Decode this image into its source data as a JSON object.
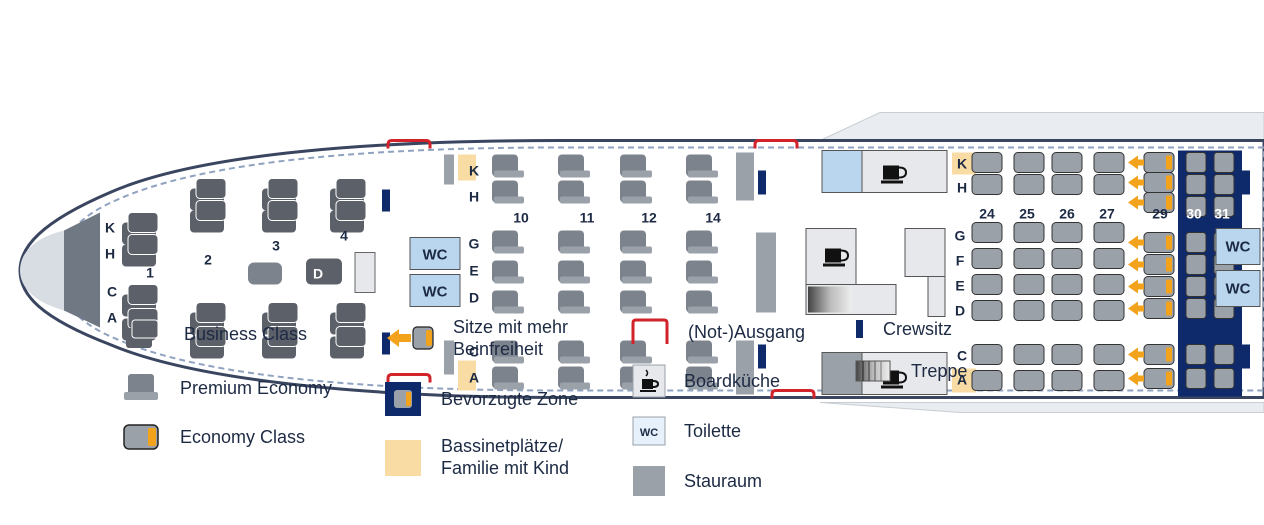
{
  "cabin": {
    "business_rows": [
      "1",
      "2",
      "3",
      "4"
    ],
    "business_letters_left": [
      "K",
      "H"
    ],
    "business_letters_right": [
      "C",
      "A"
    ],
    "business_center_letter": "D",
    "premium_rows": [
      "10",
      "11",
      "12",
      "14"
    ],
    "premium_letters_top": [
      "K",
      "H"
    ],
    "premium_letters_mid": [
      "G",
      "E",
      "D"
    ],
    "premium_letters_bottom": [
      "C",
      "A"
    ],
    "economy_rows": [
      "24",
      "25",
      "26",
      "27",
      "29",
      "30",
      "31"
    ],
    "economy_letters_top": [
      "K",
      "H"
    ],
    "economy_letters_mid": [
      "G",
      "F",
      "E",
      "D"
    ],
    "economy_letters_bottom": [
      "C",
      "A"
    ],
    "toilet_label": "WC"
  },
  "legend": {
    "business": "Business Class",
    "premium": "Premium Economy",
    "economy": "Economy Class",
    "legroom_line1": "Sitze mit mehr",
    "legroom_line2": "Beinfreiheit",
    "preferred": "Bevorzugte Zone",
    "bassinet_line1": "Bassinetplätze/",
    "bassinet_line2": "Familie mit Kind",
    "exit": "(Not-)Ausgang",
    "galley": "Boardküche",
    "toilet_icon": "WC",
    "toilet": "Toilette",
    "storage": "Stauraum",
    "crew": "Crewsitz",
    "stairs": "Treppe"
  },
  "colors": {
    "seat_dark": "#5c6068",
    "seat_premium": "#7d838c",
    "seat_economy": "#9aa1a9",
    "accent_orange": "#f2a31b",
    "preferred_navy": "#0f2a6b",
    "bassinet": "#f9dca4",
    "exit_red": "#d2232a",
    "toilet_blue": "#b9d6ee",
    "storage_gray": "#9aa1a9"
  }
}
